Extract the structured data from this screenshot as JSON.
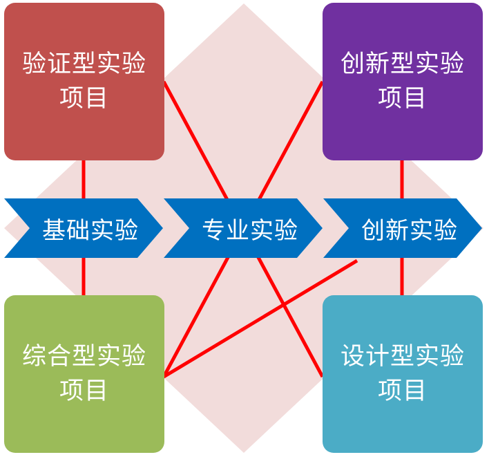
{
  "boxes": {
    "top_left": {
      "line1": "验证型实验",
      "line2": "项目",
      "color": "#C0504D"
    },
    "top_right": {
      "line1": "创新型实验",
      "line2": "项目",
      "color": "#7030A0"
    },
    "bottom_left": {
      "line1": "综合型实验",
      "line2": "项目",
      "color": "#9BBB59"
    },
    "bottom_right": {
      "line1": "设计型实验",
      "line2": "项目",
      "color": "#4BACC6"
    }
  },
  "stages": [
    {
      "label": "基础实验"
    },
    {
      "label": "专业实验"
    },
    {
      "label": "创新实验"
    }
  ],
  "colors": {
    "diamond": "#F2DCDB",
    "chevron": "#0070C0",
    "connector": "#FF0000"
  }
}
